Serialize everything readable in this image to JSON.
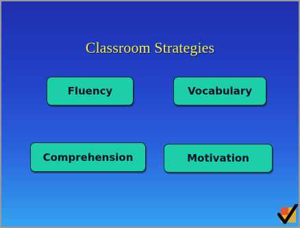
{
  "slide": {
    "title": "Classroom Strategies",
    "strategies": [
      {
        "label": "Fluency"
      },
      {
        "label": "Vocabulary"
      },
      {
        "label": "Comprehension"
      },
      {
        "label": "Motivation"
      }
    ]
  },
  "icons": {
    "corner": "checkmark-icon"
  },
  "colors": {
    "background_top": "#1f2fae",
    "background_bottom": "#34a2f0",
    "title": "#f2ef4a",
    "tile_fill": "#1ccfa8",
    "tile_text": "#0a0f2c"
  }
}
